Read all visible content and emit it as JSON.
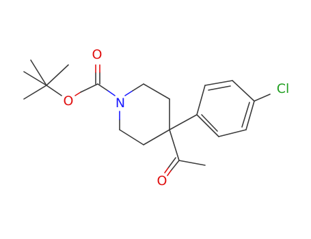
{
  "atoms": {
    "o_carbonyl": "O",
    "o_ester": "O",
    "nitrogen": "N",
    "chlorine": "Cl",
    "o_acetyl": "O"
  },
  "colors": {
    "bond": "#3a3a3a",
    "oxygen": "#e01010",
    "nitrogen": "#1a1aff",
    "chlorine": "#1e9e1e"
  }
}
